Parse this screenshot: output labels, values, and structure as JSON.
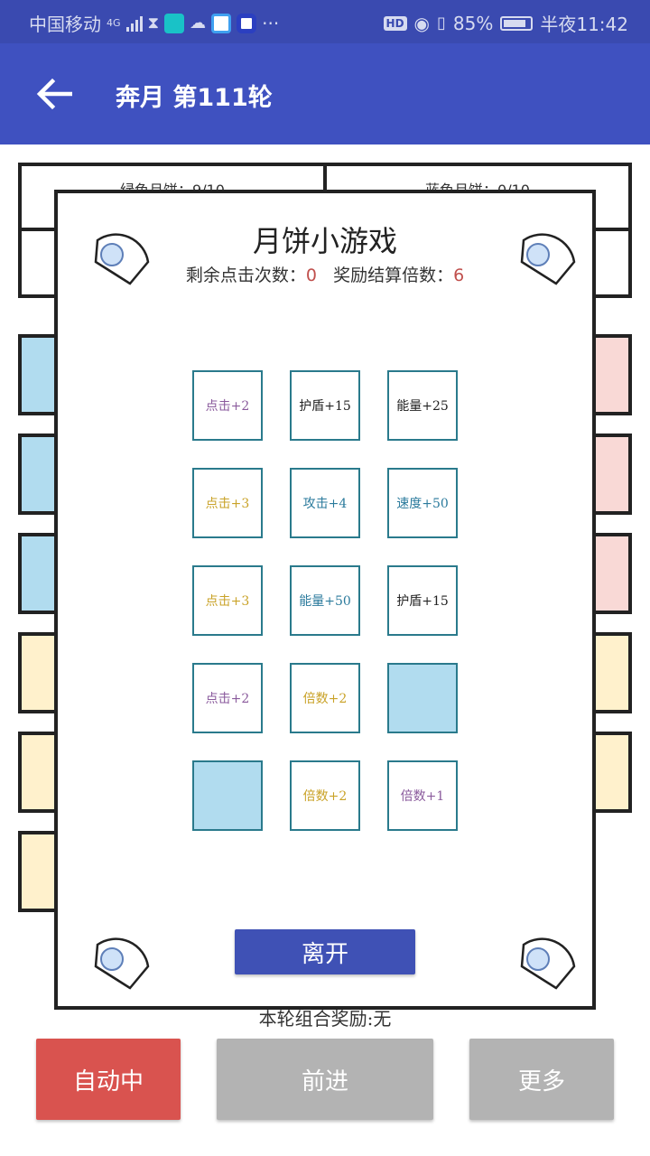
{
  "statusbar": {
    "carrier": "中国移动",
    "network": "4G",
    "hd": "HD",
    "battery": "85%",
    "time": "半夜11:42",
    "more": "···"
  },
  "appbar": {
    "title": "奔月 第111轮"
  },
  "board": {
    "top_left_label": "绿色月饼：9/10",
    "top_right_label": "蓝色月饼：0/10",
    "combo_note": "本轮组合奖励:无"
  },
  "colors": {
    "blue_cell": "#b1dcef",
    "pink_cell": "#f9d9d6",
    "yellow_cell": "#fff1cc",
    "red_button": "#d9534f",
    "gray_button": "#b3b3b3",
    "accent": "#3f51b5"
  },
  "game": {
    "title": "月饼小游戏",
    "clicks_label": "剩余点击次数：",
    "clicks_value": "0",
    "multiplier_label": "奖励结算倍数：",
    "multiplier_value": "6",
    "cards": [
      {
        "label": "点击+2",
        "color": "#8a5a9c"
      },
      {
        "label": "护盾+15",
        "color": "#222222"
      },
      {
        "label": "能量+25",
        "color": "#222222"
      },
      {
        "label": "点击+3",
        "color": "#c9a227"
      },
      {
        "label": "攻击+4",
        "color": "#2a7a9c"
      },
      {
        "label": "速度+50",
        "color": "#2a7a9c"
      },
      {
        "label": "点击+3",
        "color": "#c9a227"
      },
      {
        "label": "能量+50",
        "color": "#2a7a9c"
      },
      {
        "label": "护盾+15",
        "color": "#222222"
      },
      {
        "label": "点击+2",
        "color": "#8a5a9c"
      },
      {
        "label": "倍数+2",
        "color": "#c9a227"
      },
      {
        "label": "",
        "color": ""
      },
      {
        "label": "",
        "color": ""
      },
      {
        "label": "倍数+2",
        "color": "#c9a227"
      },
      {
        "label": "倍数+1",
        "color": "#8a5a9c"
      }
    ],
    "leave_label": "离开"
  },
  "actions": {
    "auto_label": "自动中",
    "forward_label": "前进",
    "more_label": "更多"
  }
}
